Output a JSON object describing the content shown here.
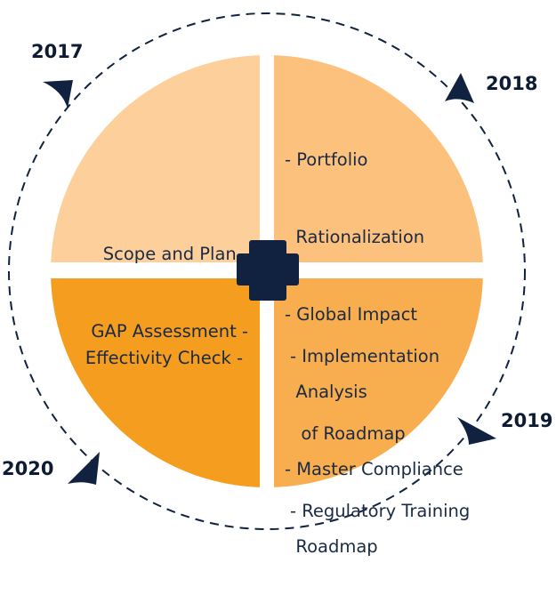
{
  "years": {
    "y2017": "2017",
    "y2018": "2018",
    "y2019": "2019",
    "y2020": "2020"
  },
  "quadrants": {
    "top_left": {
      "lines": [
        "Scope and Plan -",
        "GAP Assessment -"
      ]
    },
    "top_right": {
      "lines": [
        "- Portfolio",
        "  Rationalization",
        "- Global Impact",
        "  Analysis",
        "- Master Compliance",
        "  Roadmap"
      ]
    },
    "bottom_left": {
      "lines": [
        "Effectivity Check -"
      ]
    },
    "bottom_right": {
      "lines": [
        "- Implementation",
        "  of Roadmap",
        "- Regulatory Training"
      ]
    }
  },
  "colors": {
    "top_left": "#fdd09b",
    "top_right": "#fcc17c",
    "bottom_left": "#f59d1e",
    "bottom_right": "#f8ad4f",
    "accent": "#102240",
    "text": "#1a2a44"
  },
  "icons": {
    "center": "plus-icon",
    "arrows": "arrowhead-icon"
  }
}
